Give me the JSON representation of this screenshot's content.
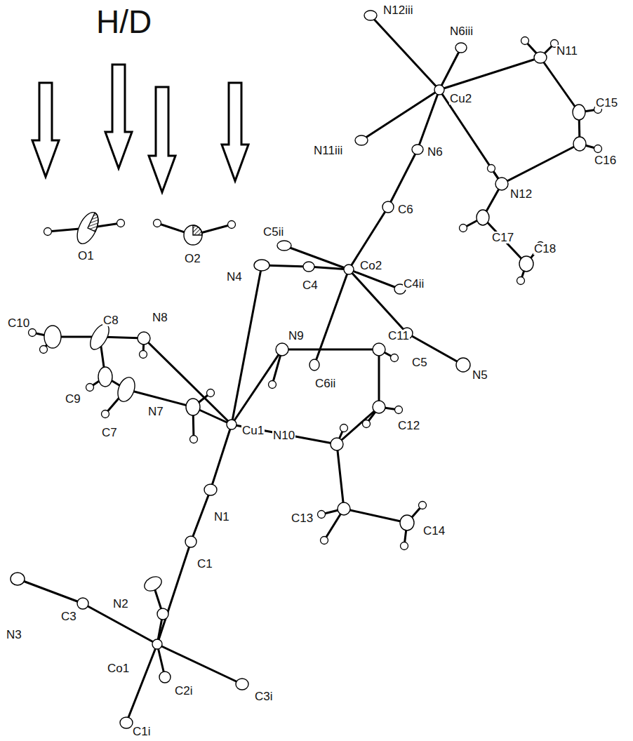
{
  "diagram": {
    "labels": [
      "H/D",
      "N12iii",
      "N6iii",
      "N11",
      "Cu2",
      "C15",
      "C16",
      "N11iii",
      "N6",
      "N12",
      "C17",
      "C18",
      "C6",
      "O1",
      "O2",
      "C5ii",
      "N4",
      "C4",
      "Co2",
      "C4ii",
      "C10",
      "C8",
      "N8",
      "N9",
      "C11",
      "C5",
      "N5",
      "C6ii",
      "C9",
      "C7",
      "N7",
      "Cu1",
      "N10",
      "C12",
      "C13",
      "C14",
      "N1",
      "C1",
      "N2",
      "N3",
      "C3",
      "Co1",
      "C2i",
      "C3i",
      "C1i"
    ]
  }
}
